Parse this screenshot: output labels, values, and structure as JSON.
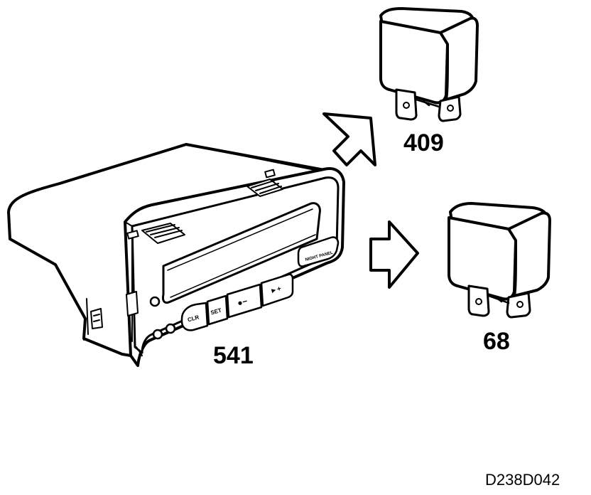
{
  "diagram": {
    "components": [
      {
        "id": "541",
        "label": "541"
      },
      {
        "id": "409",
        "label": "409"
      },
      {
        "id": "68",
        "label": "68"
      }
    ],
    "panel_buttons": {
      "clr": "CLR",
      "set": "SET",
      "minus": "●−",
      "plus": "►+",
      "night_panel": "NIGHT PANEL"
    },
    "document_id": "D238D042",
    "colors": {
      "line": "#000000",
      "fill": "#ffffff"
    }
  }
}
